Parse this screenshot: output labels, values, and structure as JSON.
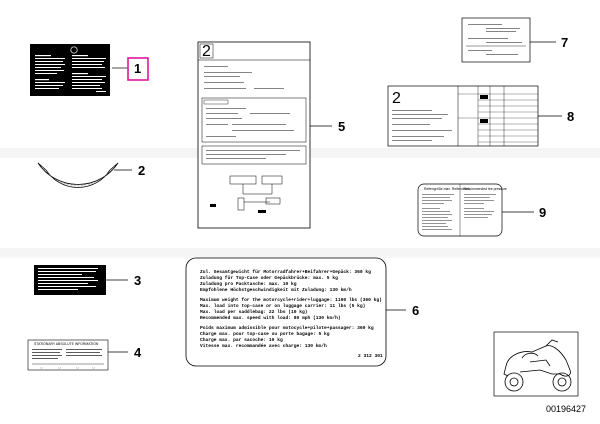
{
  "callouts": [
    {
      "label": "1",
      "highlighted": true
    },
    {
      "label": "2"
    },
    {
      "label": "3"
    },
    {
      "label": "4"
    },
    {
      "label": "5"
    },
    {
      "label": "6"
    },
    {
      "label": "7"
    },
    {
      "label": "8"
    },
    {
      "label": "9"
    }
  ],
  "colors": {
    "highlight": "#e0179a",
    "line": "#000000",
    "watermark": "#e9e9e9"
  },
  "label5": {
    "number": "2"
  },
  "label8": {
    "number": "2"
  },
  "label4": {
    "title": "STATIONARY ABSOLUTE INFORMATION"
  },
  "label9": {
    "left_title": "Reifengröße max. Reifendruck",
    "right_title": "Recommended tire pressure"
  },
  "label6": {
    "lines": [
      "Zul. Gesamtgewicht für Motorradfahrer+Beifahrer+Gepäck: 360 kg",
      "Zuladung für Top-Case oder Gepäckbrücke: max. 5 kg",
      "Zuladung pro Packtasche: max. 10 kg",
      "Empfohlene Höchstgeschwindigkeit mit Zuladung: 130 km/h",
      "",
      "Maximum weight for the motorcycle+rider+luggage: 1100 lbs (360 kg)",
      "Max. load into top-case or on luggage carrier: 11 lbs (5 kg)",
      "Max. load per saddlebag: 22 lbs (10 kg)",
      "Recommended max. speed with load: 80 mph (130 km/h)",
      "",
      "Poids maximum admissible pour motocycle+pilote+passager: 360 kg",
      "Charge max. pour top-case ou porte bagage: 5 kg",
      "Charge max. par sacoche: 10 kg",
      "Vitesse max. recommandée avec charge: 130 km/h"
    ],
    "part_no": "2 312 301"
  },
  "catalog_number": "00196427"
}
